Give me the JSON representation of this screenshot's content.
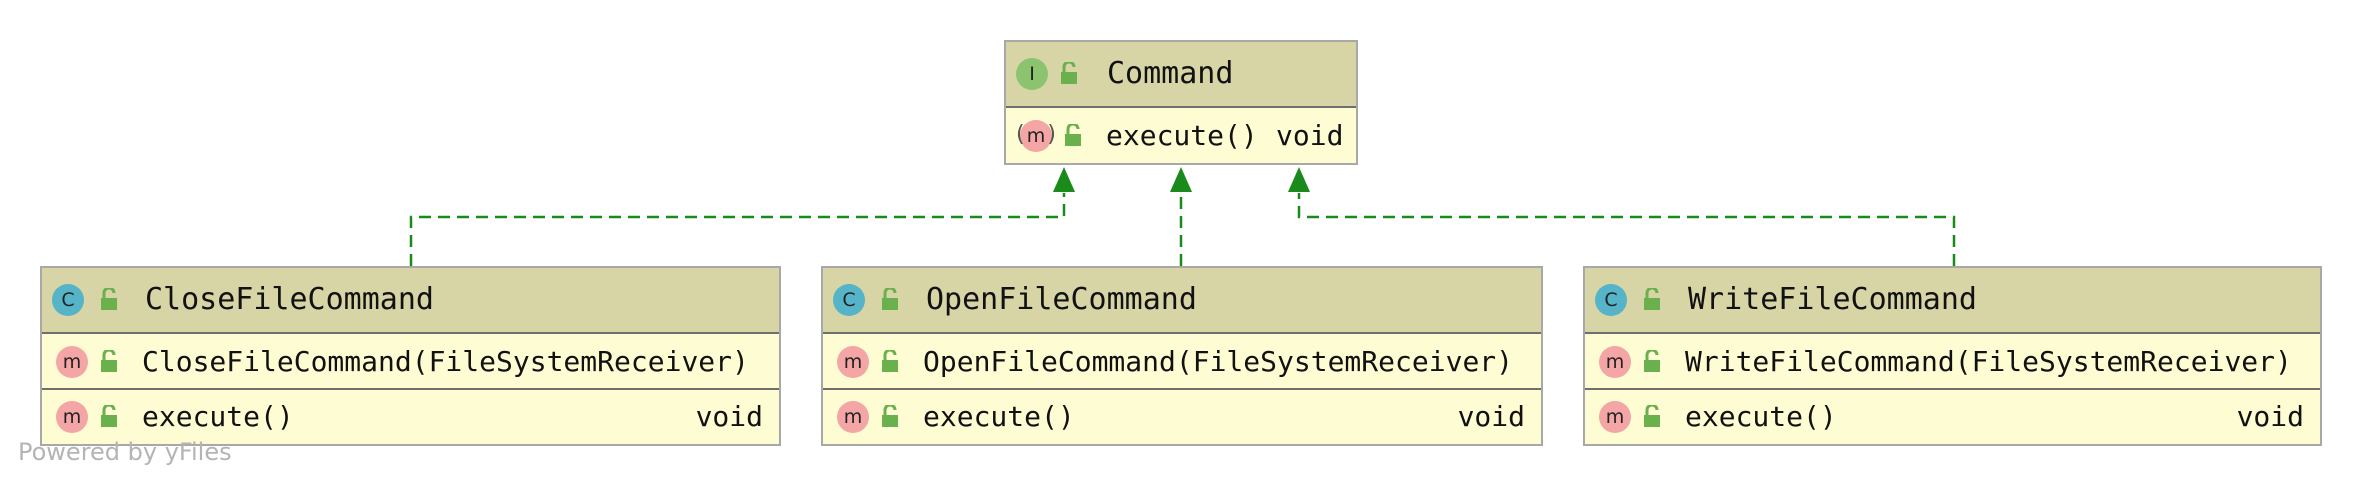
{
  "interface_node": {
    "name": "Command",
    "kind_badge": "I",
    "methods": [
      {
        "badge": "m",
        "signature": "execute()",
        "return_type": "void"
      }
    ]
  },
  "class_nodes": [
    {
      "name": "CloseFileCommand",
      "kind_badge": "C",
      "constructor": {
        "badge": "m",
        "signature": "CloseFileCommand(FileSystemReceiver)"
      },
      "method": {
        "badge": "m",
        "signature": "execute()",
        "return_type": "void"
      }
    },
    {
      "name": "OpenFileCommand",
      "kind_badge": "C",
      "constructor": {
        "badge": "m",
        "signature": "OpenFileCommand(FileSystemReceiver)"
      },
      "method": {
        "badge": "m",
        "signature": "execute()",
        "return_type": "void"
      }
    },
    {
      "name": "WriteFileCommand",
      "kind_badge": "C",
      "constructor": {
        "badge": "m",
        "signature": "WriteFileCommand(FileSystemReceiver)"
      },
      "method": {
        "badge": "m",
        "signature": "execute()",
        "return_type": "void"
      }
    }
  ],
  "icons": {
    "interface_badge": "interface-icon",
    "class_badge": "class-icon",
    "method_badge": "method-icon",
    "visibility": "public-lock-icon"
  },
  "edges": [
    {
      "from": "CloseFileCommand",
      "to": "Command",
      "type": "realization"
    },
    {
      "from": "OpenFileCommand",
      "to": "Command",
      "type": "realization"
    },
    {
      "from": "WriteFileCommand",
      "to": "Command",
      "type": "realization"
    }
  ],
  "colors": {
    "header": "#d7d5a6",
    "body": "#fefcd2",
    "edge": "#1a8a1a",
    "interface_badge": "#8cc36e",
    "class_badge": "#55b4c8",
    "method_badge": "#f4a5a5",
    "lock": "#6ab04c"
  },
  "watermark": "Powered by yFiles"
}
